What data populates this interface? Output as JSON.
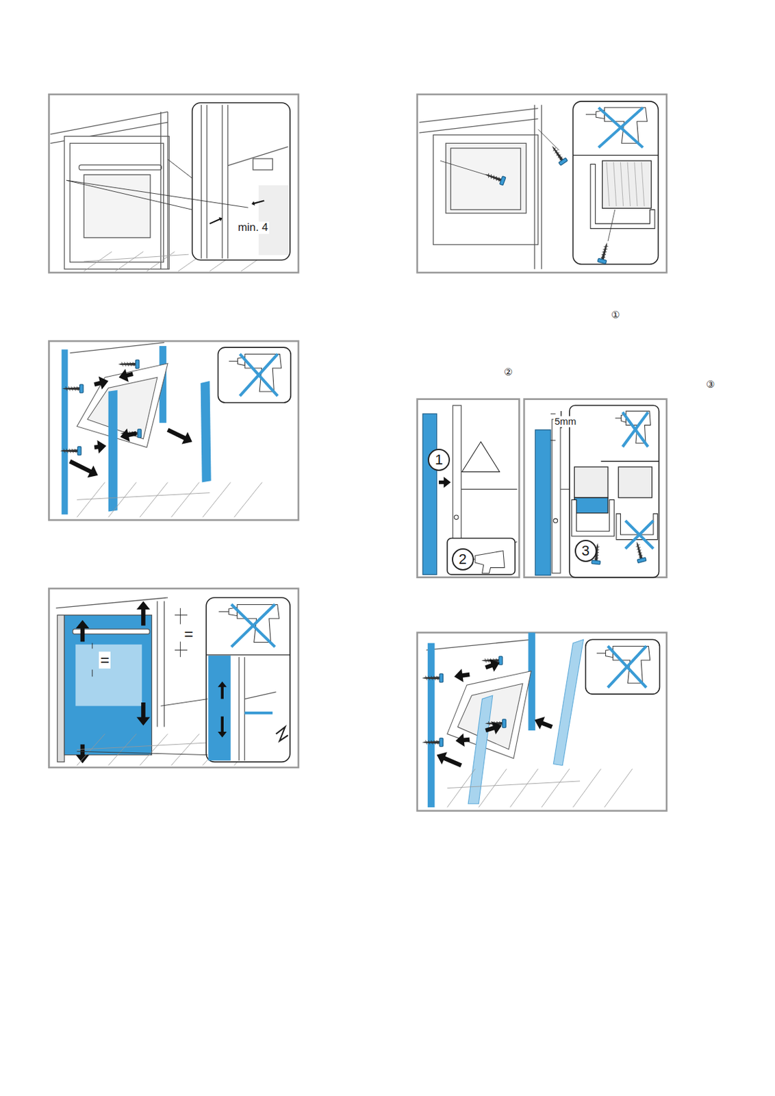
{
  "diagram": {
    "nodes": [
      {
        "text": [
          "1"
        ]
      },
      {
        "text": [
          "2"
        ]
      },
      {
        "text": [
          "3"
        ]
      }
    ],
    "labels": [
      "min. 4",
      "=",
      "=",
      "①",
      "②",
      "③",
      "5mm"
    ]
  }
}
